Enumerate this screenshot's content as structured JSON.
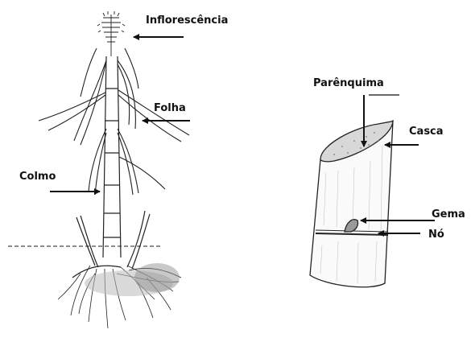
{
  "labels": {
    "inflorescencia": "Inflorescência",
    "folha": "Folha",
    "colmo": "Colmo",
    "parenquima": "Parênquima",
    "casca": "Casca",
    "gema": "Gema",
    "no": "Nó"
  },
  "colors": {
    "ink": "#111111",
    "background": "#ffffff"
  }
}
